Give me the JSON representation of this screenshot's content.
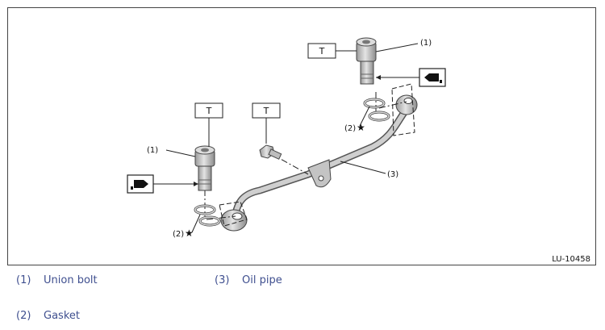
{
  "figure": {
    "code": "LU-10458",
    "callouts": {
      "one": "(1)",
      "two": "(2)",
      "three": "(3)",
      "star": "★"
    },
    "torque_mark": "T",
    "colors": {
      "border": "#444444",
      "legend_text": "#3f4f8f",
      "part_fill": "#c8c8c8"
    }
  },
  "legend": {
    "items": [
      {
        "num": "(1)",
        "label": "Union bolt"
      },
      {
        "num": "(3)",
        "label": "Oil pipe"
      },
      {
        "num": "(2)",
        "label": "Gasket"
      }
    ]
  },
  "icons": [
    "oil-can-icon",
    "torque-box",
    "star-mark"
  ]
}
